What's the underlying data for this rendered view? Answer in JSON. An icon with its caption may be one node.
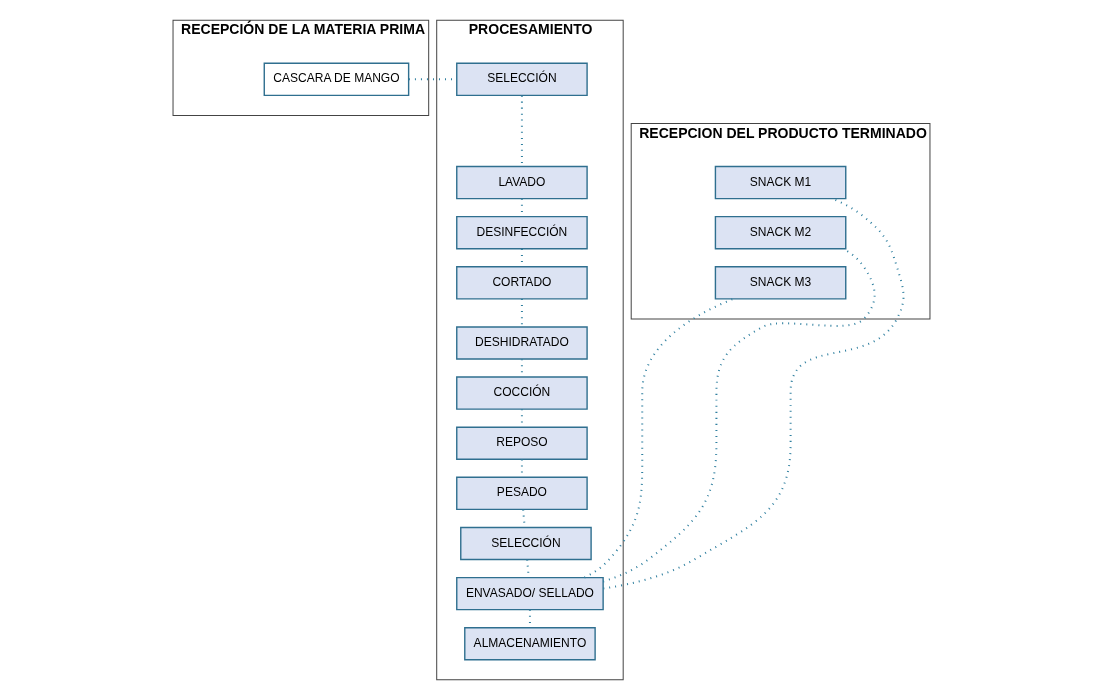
{
  "diagram": {
    "nodes": [
      {
        "text": [
          "RECEPCIÓN DE LA MATERIA PRIMA"
        ]
      },
      {
        "text": [
          "CASCARA DE MANGO"
        ],
        "in": 0
      },
      {
        "text": [
          "PROCESAMIENTO"
        ]
      },
      {
        "text": [
          "SELECCIÓN"
        ],
        "in": 2
      },
      {
        "text": [
          "LAVADO"
        ],
        "in": 2
      },
      {
        "text": [
          "DESINFECCIÓN"
        ],
        "in": 2
      },
      {
        "text": [
          "CORTADO"
        ],
        "in": 2
      },
      {
        "text": [
          "DESHIDRATADO"
        ],
        "in": 2
      },
      {
        "text": [
          "COCCIÓN"
        ],
        "in": 2
      },
      {
        "text": [
          "REPOSO"
        ],
        "in": 2
      },
      {
        "text": [
          "PESADO"
        ],
        "in": 2
      },
      {
        "text": [
          "SELECCIÓN"
        ],
        "in": 2
      },
      {
        "text": [
          "ENVASADO/ SELLADO"
        ],
        "in": 2
      },
      {
        "text": [
          "ALMACENAMIENTO"
        ],
        "in": 2
      },
      {
        "text": [
          "RECEPCION DEL PRODUCTO TERMINADO"
        ]
      },
      {
        "text": [
          "SNACK M1"
        ],
        "in": 14
      },
      {
        "text": [
          "SNACK M2"
        ],
        "in": 14
      },
      {
        "text": [
          "SNACK M3"
        ],
        "in": 14
      }
    ],
    "edges": [
      {
        "from": 1,
        "to": 3,
        "arrow": "none"
      },
      {
        "from": 3,
        "to": 4,
        "arrow": "none"
      },
      {
        "from": 4,
        "to": 5,
        "arrow": "none"
      },
      {
        "from": 5,
        "to": 6,
        "arrow": "none"
      },
      {
        "from": 6,
        "to": 7,
        "arrow": "none"
      },
      {
        "from": 7,
        "to": 8,
        "arrow": "none"
      },
      {
        "from": 8,
        "to": 9,
        "arrow": "none"
      },
      {
        "from": 9,
        "to": 10,
        "arrow": "none"
      },
      {
        "from": 10,
        "to": 11,
        "arrow": "none"
      },
      {
        "from": 11,
        "to": 12,
        "arrow": "none"
      },
      {
        "from": 12,
        "to": 13,
        "arrow": "none"
      },
      {
        "from": 12,
        "to": 15,
        "arrow": "none"
      },
      {
        "from": 12,
        "to": 16,
        "arrow": "none"
      },
      {
        "from": 12,
        "to": 17,
        "arrow": "none"
      }
    ]
  }
}
